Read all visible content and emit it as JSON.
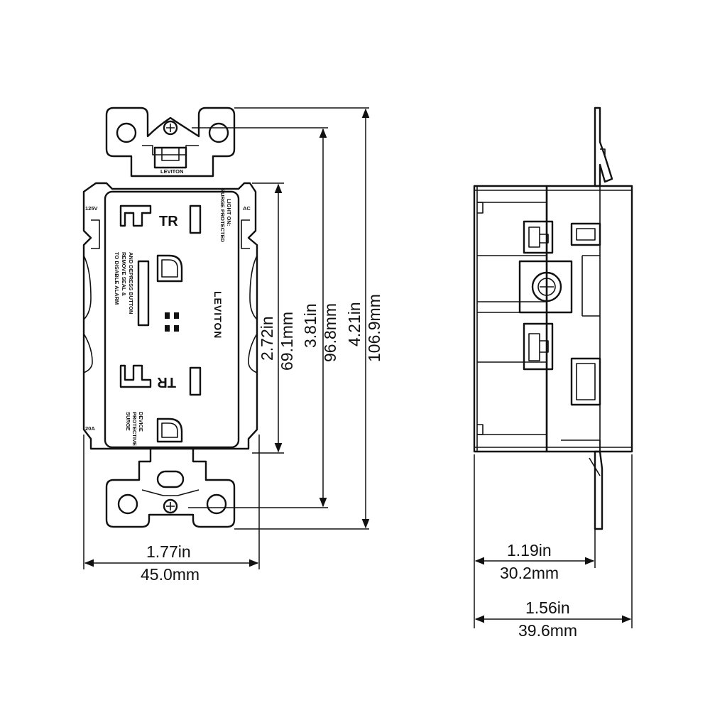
{
  "front_view": {
    "brand": "LEVITON",
    "tab_brand": "LEVITON",
    "voltage": "125V",
    "current_type": "AC",
    "rating": "20A",
    "light_label": [
      "LIGHT ON:",
      "SURGE PROTECTED"
    ],
    "warning_label": [
      "TO DISABLE ALARM",
      "REMOVE SEAL &",
      "AND DEPRESS BUTTON"
    ],
    "surge_label": [
      "SURGE",
      "PROTECTIVE",
      "DEVICE"
    ],
    "tamper_mark": "TR"
  },
  "dimensions": {
    "height_faceplate": {
      "in": "2.72in",
      "mm": "69.1mm"
    },
    "height_mounting_holes": {
      "in": "3.81in",
      "mm": "96.8mm"
    },
    "height_overall": {
      "in": "4.21in",
      "mm": "106.9mm"
    },
    "width_overall": {
      "in": "1.77in",
      "mm": "45.0mm"
    },
    "depth_body": {
      "in": "1.19in",
      "mm": "30.2mm"
    },
    "depth_overall": {
      "in": "1.56in",
      "mm": "39.6mm"
    }
  }
}
